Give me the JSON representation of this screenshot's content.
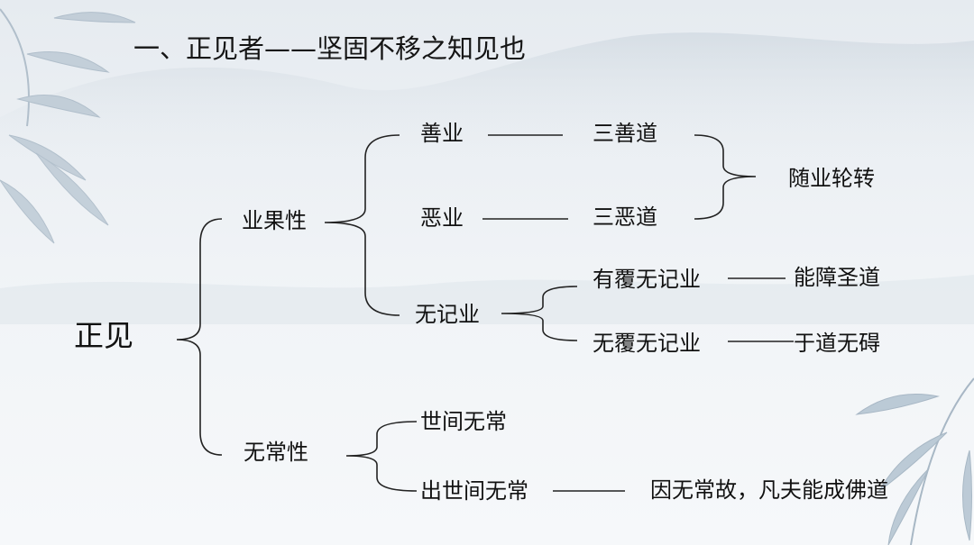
{
  "slide": {
    "title": "一、正见者——坚固不移之知见也"
  },
  "diagram": {
    "root": "正见",
    "branch_karma": {
      "label": "业果性",
      "good": {
        "label": "善业",
        "result": "三善道"
      },
      "evil": {
        "label": "恶业",
        "result": "三恶道"
      },
      "shared_result": "随业轮转",
      "neutral": {
        "label": "无记业",
        "covered": {
          "label": "有覆无记业",
          "result": "能障圣道"
        },
        "uncovered": {
          "label": "无覆无记业",
          "result": "于道无碍"
        }
      }
    },
    "branch_impermanence": {
      "label": "无常性",
      "worldly": "世间无常",
      "supramundane": {
        "label": "出世间无常",
        "result": "因无常故，凡夫能成佛道"
      }
    }
  },
  "colors": {
    "text": "#111111",
    "lines": "#222222",
    "background_top": "#e9edf1",
    "background_bottom": "#f4f6f8"
  }
}
